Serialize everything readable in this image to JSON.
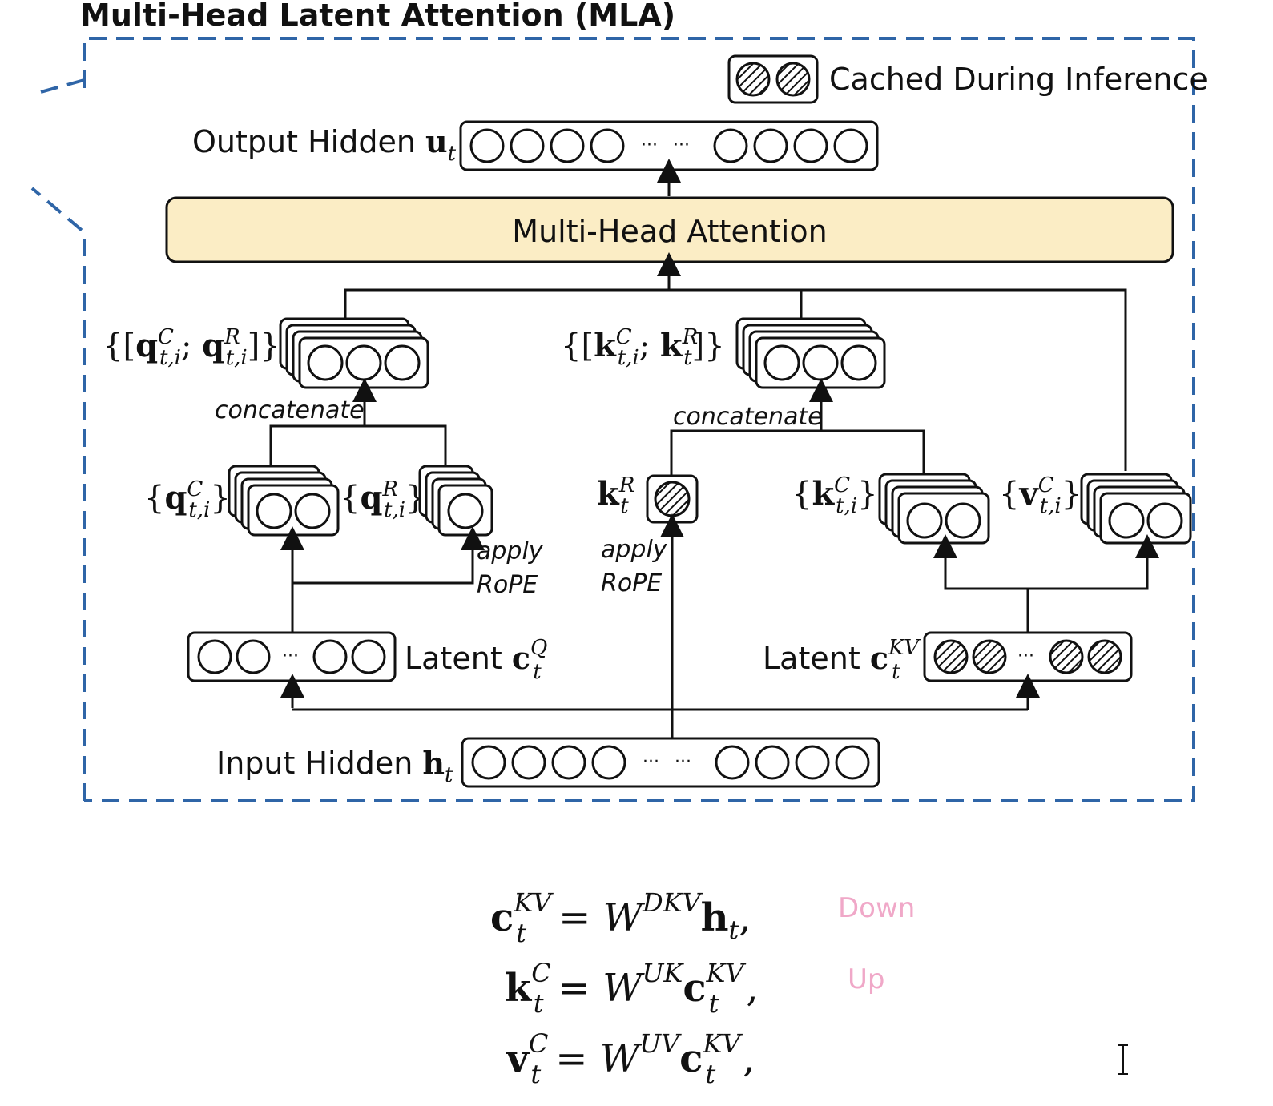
{
  "diagram": {
    "title": "Multi-Head Latent Attention (MLA)",
    "legend": "Cached During Inference",
    "output_label": "Output Hidden",
    "output_sym": "u",
    "output_sub": "t",
    "mha_label": "Multi-Head Attention",
    "q_concat": {
      "open": "{[",
      "v1": "q",
      "sup1": "C",
      "sub1": "t,i",
      "sep": ";",
      "v2": "q",
      "sup2": "R",
      "sub2": "t,i",
      "close": "]}"
    },
    "k_concat": {
      "open": "{[",
      "v1": "k",
      "sup1": "C",
      "sub1": "t,i",
      "sep": ";",
      "v2": "k",
      "sup2": "R",
      "sub2": "t",
      "close": "]}"
    },
    "concatenate_label": "concatenate",
    "qc": {
      "open": "{",
      "v": "q",
      "sup": "C",
      "sub": "t,i",
      "close": "}"
    },
    "qr": {
      "open": "{",
      "v": "q",
      "sup": "R",
      "sub": "t,i",
      "close": "}"
    },
    "kr": {
      "v": "k",
      "sup": "R",
      "sub": "t"
    },
    "kc": {
      "open": "{",
      "v": "k",
      "sup": "C",
      "sub": "t,i",
      "close": "}"
    },
    "vc": {
      "open": "{",
      "v": "v",
      "sup": "C",
      "sub": "t,i",
      "close": "}"
    },
    "apply_label": "apply",
    "rope_label": "RoPE",
    "latent_q": {
      "word": "Latent",
      "v": "c",
      "sup": "Q",
      "sub": "t"
    },
    "latent_kv": {
      "word": "Latent",
      "v": "c",
      "sup": "KV",
      "sub": "t"
    },
    "input_label": "Input Hidden",
    "input_sym": "h",
    "input_sub": "t",
    "ellipsis": "···",
    "legend_icon": "hatched-cell-icon"
  },
  "equations": [
    {
      "lhs": "c",
      "lhs_sup": "KV",
      "lhs_sub": "t",
      "eq": "=",
      "w": "W",
      "w_sup": "DKV",
      "rhs": "h",
      "rhs_sup": "",
      "rhs_sub": "t",
      "end": ",",
      "note": "Down"
    },
    {
      "lhs": "k",
      "lhs_sup": "C",
      "lhs_sub": "t",
      "eq": "=",
      "w": "W",
      "w_sup": "UK",
      "rhs": "c",
      "rhs_sup": "KV",
      "rhs_sub": "t",
      "end": ",",
      "note": "Up"
    },
    {
      "lhs": "v",
      "lhs_sup": "C",
      "lhs_sub": "t",
      "eq": "=",
      "w": "W",
      "w_sup": "UV",
      "rhs": "c",
      "rhs_sup": "KV",
      "rhs_sub": "t",
      "end": ",",
      "note": ""
    }
  ],
  "colors": {
    "dashed_border": "#2f65a7",
    "mha_fill": "#fbedc5",
    "note": "#f0a8c8"
  },
  "cursor_icon": "text-cursor-icon"
}
